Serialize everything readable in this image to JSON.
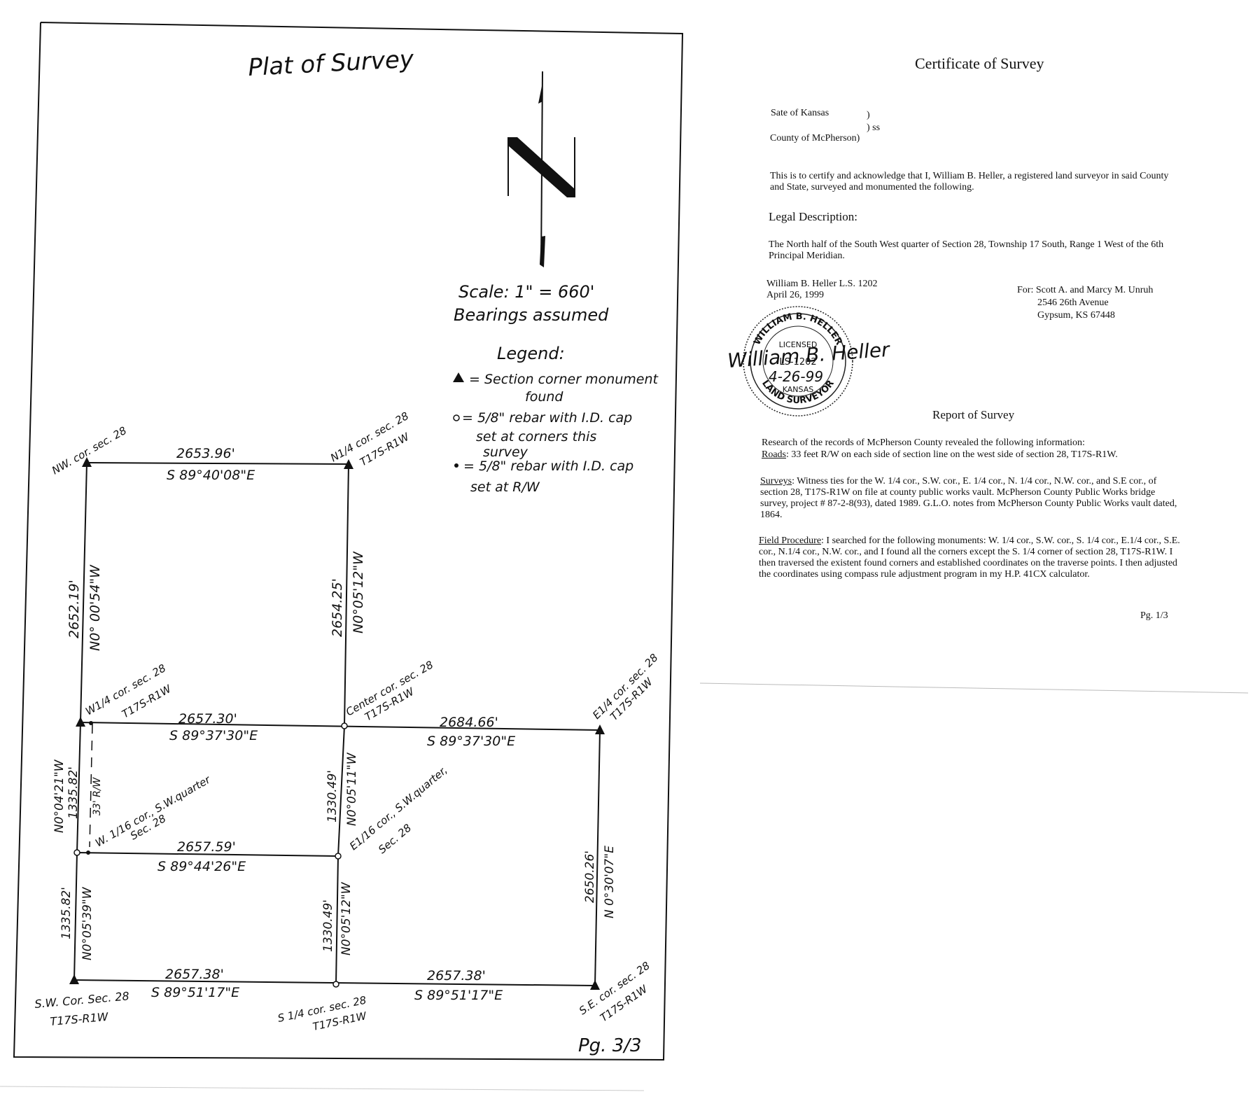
{
  "plat": {
    "title": "Plat of Survey",
    "scale": "Scale: 1\" = 660'",
    "bearings_note": "Bearings assumed",
    "legend_title": "Legend:",
    "legend": [
      {
        "symbol": "triangle",
        "text_lines": [
          "= Section corner monument",
          "found"
        ]
      },
      {
        "symbol": "open-circle",
        "text_lines": [
          "= 5/8\" rebar with I.D. cap",
          "set at corners this",
          "survey"
        ]
      },
      {
        "symbol": "dot",
        "text_lines": [
          "= 5/8\" rebar with I.D. cap",
          "set at R/W"
        ]
      }
    ],
    "corners": {
      "nw": "NW. cor. sec. 28",
      "n_quarter_1": "N1/4 cor. sec. 28",
      "n_quarter_2": "T17S-R1W",
      "w_quarter_1": "W1/4 cor. sec. 28",
      "w_quarter_2": "T17S-R1W",
      "center_1": "Center cor. sec. 28",
      "center_2": "T17S-R1W",
      "e_quarter_1": "E1/4 cor. sec. 28",
      "e_quarter_2": "T17S-R1W",
      "w16_1": "W. 1/16 cor., S.W.quarter",
      "w16_2": "Sec. 28",
      "e16_1": "E1/16 cor., S.W.quarter,",
      "e16_2": "Sec. 28",
      "sw_1": "S.W. Cor. Sec. 28",
      "sw_2": "T17S-R1W",
      "s_quarter_1": "S 1/4 cor. sec. 28",
      "s_quarter_2": "T17S-R1W",
      "se_1": "S.E. cor. sec. 28",
      "se_2": "T17S-R1W"
    },
    "dims": {
      "top_dist": "2653.96'",
      "top_bearing": "S 89°40'08\"E",
      "west_upper_dist": "2652.19'",
      "west_upper_bearing": "N0° 00'54\"W",
      "mid_upper_dist": "2654.25'",
      "mid_upper_bearing": "N0°05'12\"W",
      "quarter_line_w_dist": "2657.30'",
      "quarter_line_w_bearing": "S 89°37'30\"E",
      "quarter_line_e_dist": "2684.66'",
      "quarter_line_e_bearing": "S 89°37'30\"E",
      "west_mid_bearing": "N0°04'21\"W",
      "west_mid_dist": "1335.82'",
      "rw_note": "33' R/W",
      "center_low1_dist": "1330.49'",
      "center_low1_bearing": "N0°05'11\"W",
      "sixteenth_dist": "2657.59'",
      "sixteenth_bearing": "S 89°44'26\"E",
      "west_low_dist": "1335.82'",
      "west_low_bearing": "N0°05'39\"W",
      "center_low2_dist": "1330.49'",
      "center_low2_bearing": "N0°05'12\"W",
      "east_dist": "2650.26'",
      "east_bearing": "N 0°30'07\"E",
      "south_w_dist": "2657.38'",
      "south_w_bearing": "S 89°51'17\"E",
      "south_e_dist": "2657.38'",
      "south_e_bearing": "S 89°51'17\"E"
    },
    "page": "Pg. 3/3"
  },
  "certificate": {
    "title": "Certificate of Survey",
    "state_line": "Sate of Kansas",
    "paren": ")",
    "ss": ")  ss",
    "county_line": "County of McPherson)",
    "certify": "This is to certify and acknowledge that I, William B. Heller, a registered land surveyor in said County and State, surveyed and monumented the following.",
    "legal_heading": "Legal Description:",
    "legal_text": "The North half of the South West quarter of Section 28, Township 17 South, Range 1 West of the 6th Principal Meridian.",
    "surveyor": "William B. Heller L.S. 1202",
    "date": "April 26, 1999",
    "for_label": "For: Scott A. and Marcy M. Unruh",
    "addr1": "2546 26th Avenue",
    "addr2": "Gypsum, KS 67448",
    "seal_top": "WILLIAM B. HELLER",
    "seal_licensed": "LICENSED",
    "seal_ls": "LS-1202",
    "seal_kansas": "KANSAS",
    "seal_bottom": "LAND SURVEYOR",
    "sig_date": "4-26-99",
    "signature": "William B. Heller",
    "report_heading": "Report of Survey",
    "research": "Research of the records of McPherson County revealed the following information:",
    "roads_label": "Roads",
    "roads_text": ":  33 feet R/W on each side of section line on the west side of section 28, T17S-R1W.",
    "surveys_label": "Surveys",
    "surveys_text": ":  Witness ties for the W. 1/4 cor., S.W. cor., E. 1/4 cor., N. 1/4 cor., N.W. cor., and S.E cor., of section 28, T17S-R1W on file at county public works vault.  McPherson County Public Works bridge survey, project # 87-2-8(93), dated 1989.  G.L.O. notes from McPherson County Public Works vault dated, 1864.",
    "field_label": "Field Procedure",
    "field_text": ": I searched for the following monuments:  W. 1/4 cor., S.W. cor., S. 1/4 cor., E.1/4 cor., S.E. cor., N.1/4 cor.,  N.W. cor., and I found all the corners except the S. 1/4 corner of section 28, T17S-R1W.  I then traversed the existent found corners and established coordinates on the traverse points.  I then adjusted the coordinates using compass rule adjustment program in my H.P. 41CX calculator.",
    "page": "Pg. 1/3"
  }
}
